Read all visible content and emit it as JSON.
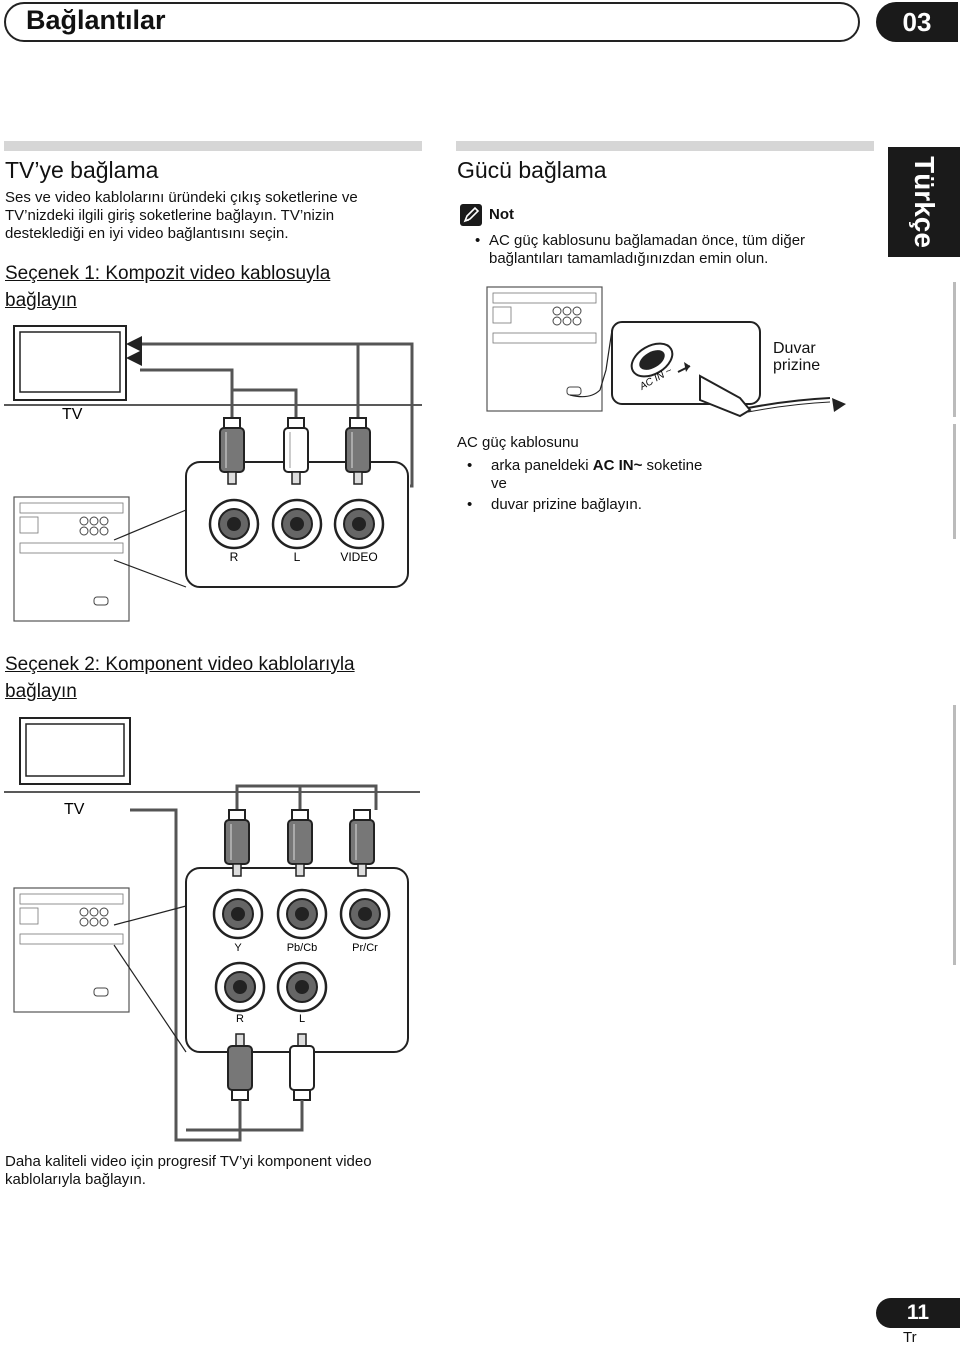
{
  "header": {
    "title": "Bağlantılar",
    "chapter": "03"
  },
  "side_tab": {
    "language": "Türkçe"
  },
  "tv_section": {
    "title": "TV’ye bağlama",
    "intro": [
      "Ses ve video kablolarını üründeki çıkış soketlerine ve",
      "TV’nizdeki ilgili giriş soketlerine bağlayın. TV’nizin",
      "desteklediği en iyi video bağlantısını seçin."
    ],
    "option1": {
      "title_lines": [
        "Seçenek 1: Kompozit video kablosuyla",
        "bağlayın"
      ],
      "tv_label": "TV",
      "jacks": [
        "R",
        "L",
        "VIDEO"
      ]
    },
    "option2": {
      "title_lines": [
        "Seçenek 2: Komponent video kablolarıyla",
        "bağlayın"
      ],
      "tv_label": "TV",
      "video_jacks": [
        "Y",
        "Pb/Cb",
        "Pr/Cr"
      ],
      "audio_jacks": [
        "R",
        "L"
      ]
    },
    "footer_lines": [
      "Daha kaliteli video için progresif TV’yi komponent video",
      "kablolarıyla bağlayın."
    ]
  },
  "power_section": {
    "title": "Gücü bağlama",
    "note_label": "Not",
    "note_lines": [
      "AC güç kablosunu bağlamadan önce, tüm diğer",
      "bağlantıları tamamladığınızdan emin olun."
    ],
    "outlet_label": [
      "Duvar",
      "prizine"
    ],
    "ac_in_label": "AC IN ~",
    "instructions": {
      "lead": "AC güç kablosunu",
      "item1_pre": "arka paneldeki ",
      "item1_bold": "AC IN~",
      "item1_post": " soketine",
      "item1_cont": "ve",
      "item2": "duvar prizine bağlayın."
    }
  },
  "page": {
    "number": "11",
    "lang_code": "Tr"
  }
}
